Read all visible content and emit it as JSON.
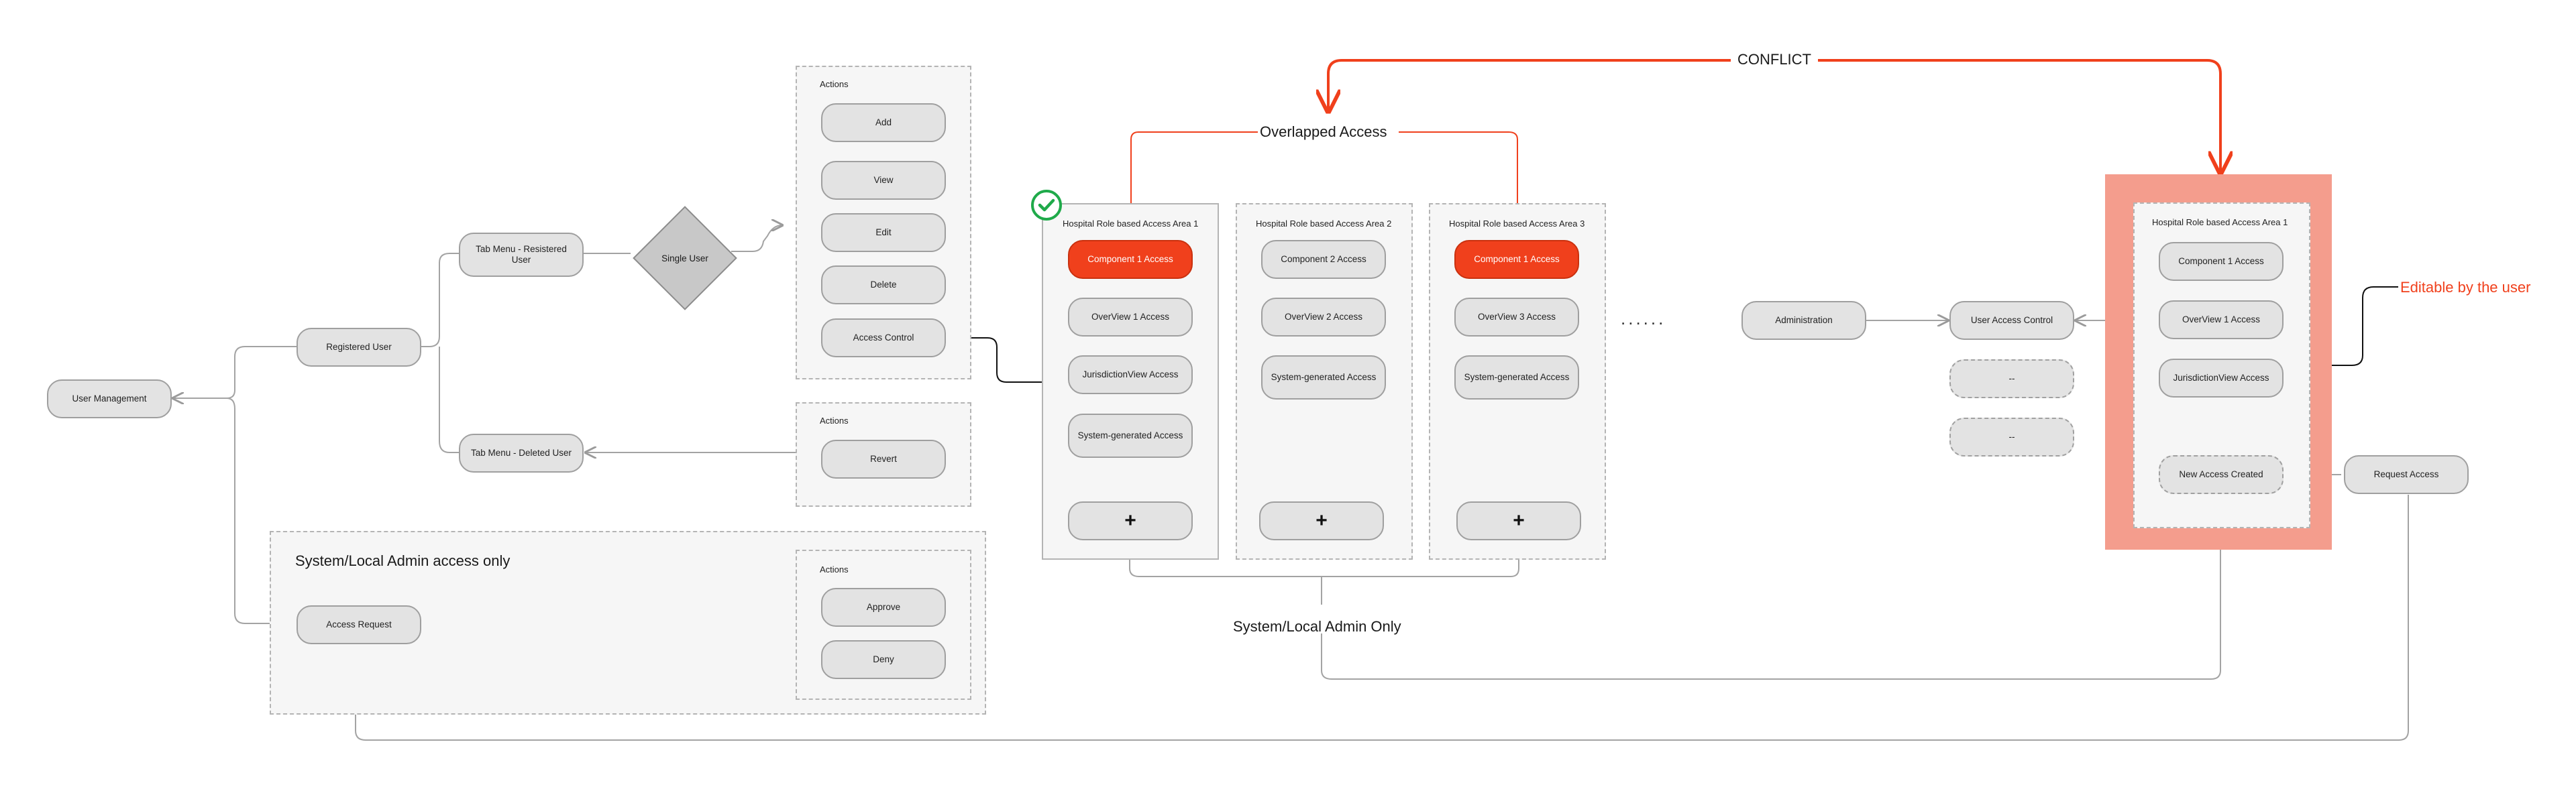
{
  "labels": {
    "conflict": "CONFLICT",
    "overlapped": "Overlapped Access",
    "editable": "Editable by the user",
    "admin_only": "System/Local Admin Only",
    "admin_access_only": "System/Local Admin access only",
    "ellipsis": "......"
  },
  "nodes": {
    "user_management": "User Management",
    "registered_user": "Registered User",
    "tab_registered": "Tab Menu - Resistered User",
    "tab_deleted": "Tab Menu - Deleted User",
    "single_user": "Single User",
    "access_request": "Access Request",
    "administration": "Administration",
    "user_access_control": "User Access Control",
    "uac_placeholder_1": "--",
    "uac_placeholder_2": "--",
    "request_access": "Request Access"
  },
  "actions_main": {
    "title": "Actions",
    "items": [
      "Add",
      "View",
      "Edit",
      "Delete",
      "Access Control"
    ]
  },
  "actions_deleted": {
    "title": "Actions",
    "items": [
      "Revert"
    ]
  },
  "actions_admin": {
    "title": "Actions",
    "items": [
      "Approve",
      "Deny"
    ]
  },
  "areas": [
    {
      "title": "Hospital Role based Access Area 1",
      "items": [
        "Component 1 Access",
        "OverView 1 Access",
        "JurisdictionView Access",
        "System-generated Access"
      ],
      "add": "+"
    },
    {
      "title": "Hospital Role based Access Area 2",
      "items": [
        "Component 2 Access",
        "OverView 2 Access",
        "System-generated Access"
      ],
      "add": "+"
    },
    {
      "title": "Hospital Role based Access Area 3",
      "items": [
        "Component 1 Access",
        "OverView 3 Access",
        "System-generated Access"
      ],
      "add": "+"
    }
  ],
  "editable_area": {
    "title": "Hospital Role based Access Area 1",
    "items": [
      "Component 1 Access",
      "OverView 1 Access",
      "JurisdictionView Access"
    ],
    "new_item": "New Access Created"
  },
  "colors": {
    "accent_red": "#f0401c",
    "highlight": "#f49d8d",
    "check_green": "#1faa4a"
  }
}
